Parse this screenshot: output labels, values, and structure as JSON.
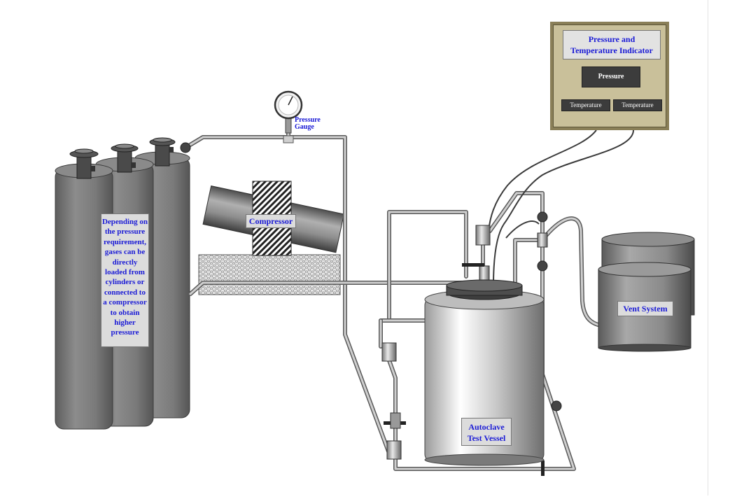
{
  "labels": {
    "cylinders_note": "Depending on the pressure requirement, gases can be directly loaded from cylinders or connected to a compressor to obtain higher pressure",
    "compressor": "Compressor",
    "pressure_gauge_line1": "Pressure",
    "pressure_gauge_line2": "Gauge",
    "indicator_title_line1": "Pressure and",
    "indicator_title_line2": "Temperature Indicator",
    "indicator_pressure": "Pressure",
    "indicator_temperature_1": "Temperature",
    "indicator_temperature_2": "Temperature",
    "vent_system": "Vent System",
    "autoclave_line1": "Autoclave",
    "autoclave_line2": "Test Vessel"
  },
  "colors": {
    "pipe": "#9a9a9a",
    "pipe_outline": "#5a5a5a",
    "cylinder": "#7b7b7b",
    "label_text": "#1a1ad6",
    "indicator_panel": "#c9c09a"
  }
}
